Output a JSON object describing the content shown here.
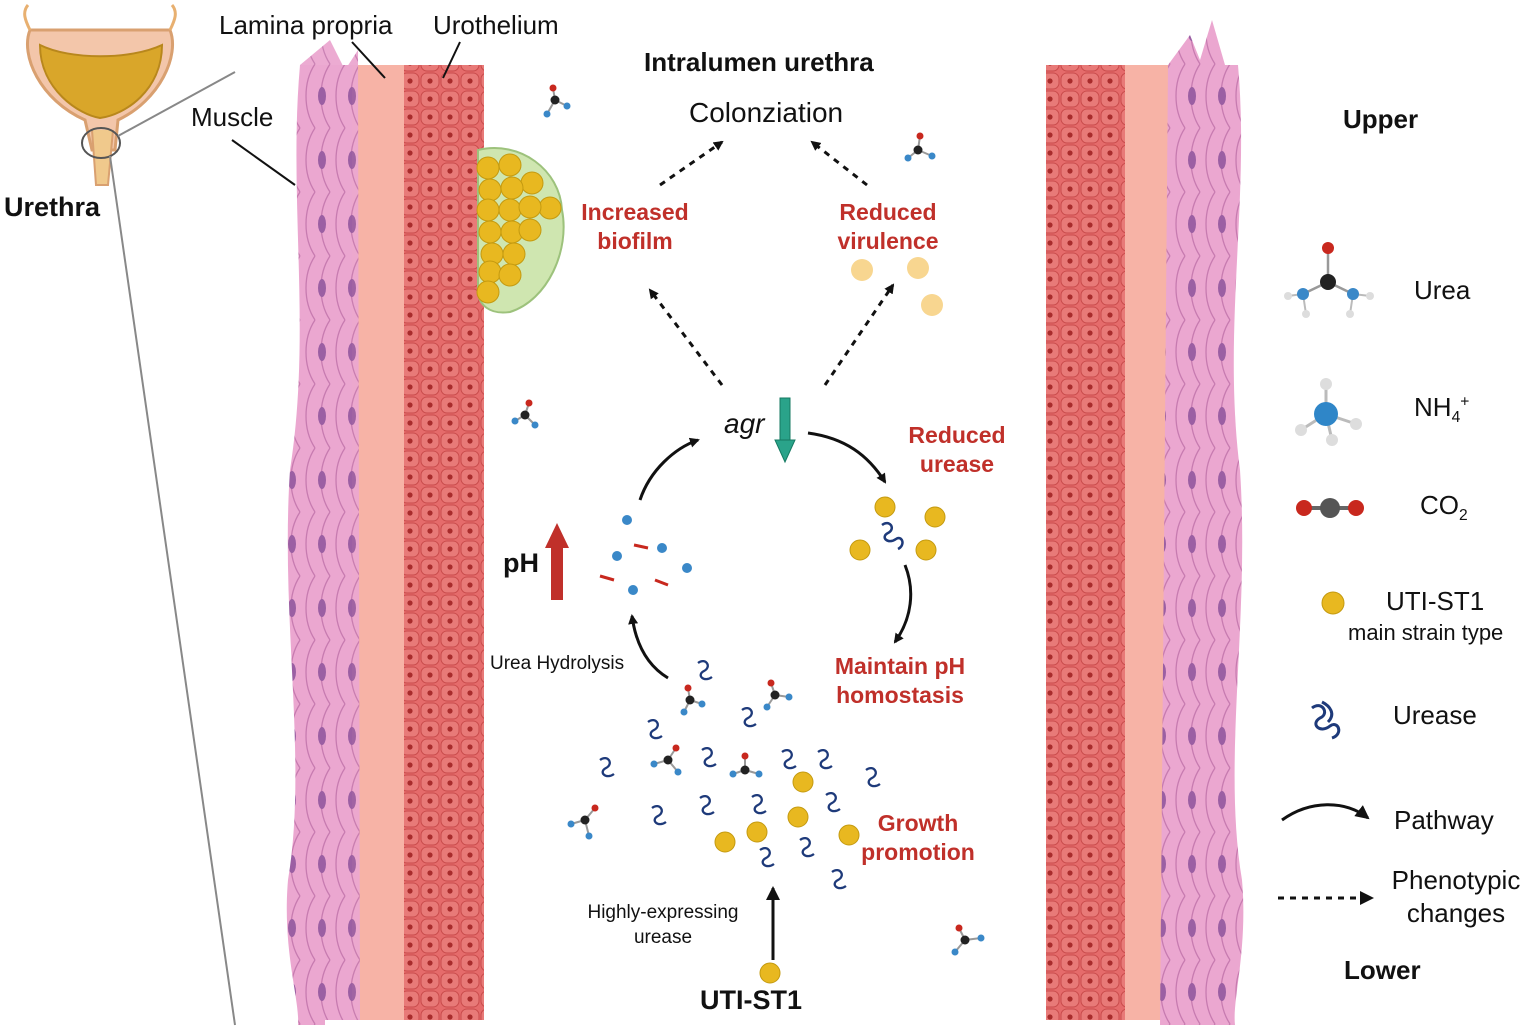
{
  "anatomy": {
    "urethra": "Urethra",
    "muscle": "Muscle",
    "lamina_propria": "Lamina propria",
    "urothelium": "Urothelium"
  },
  "center": {
    "title": "Intralumen urethra",
    "colonization": "Colonziation",
    "increased_biofilm": [
      "Increased",
      "biofilm"
    ],
    "reduced_virulence": [
      "Reduced",
      "virulence"
    ],
    "agr": "agr",
    "reduced_urease": [
      "Reduced",
      "urease"
    ],
    "maintain_ph": [
      "Maintain pH",
      "homostasis"
    ],
    "growth_promotion": [
      "Growth",
      "promotion"
    ],
    "ph": "pH",
    "urea_hydrolysis": "Urea Hydrolysis",
    "highly_expressing": [
      "Highly-expressing",
      "urease"
    ],
    "uti_st1": "UTI-ST1"
  },
  "legend": {
    "upper": "Upper",
    "lower": "Lower",
    "urea": "Urea",
    "nh4_base": "NH",
    "nh4_sub": "4",
    "nh4_sup": "+",
    "co2_base": "CO",
    "co2_sub": "2",
    "uti_st1": "UTI-ST1",
    "main_strain": "main strain type",
    "urease": "Urease",
    "pathway": "Pathway",
    "phenotypic": [
      "Phenotypic",
      "changes"
    ]
  },
  "colors": {
    "text_red": "#c0302a",
    "bacteria": "#e8b820",
    "urease": "#1e3a7a",
    "muscle": "#e8a0cc",
    "urothelium": "#e06a6a",
    "lamina": "#f7b3a6",
    "ph_arrow": "#c0302a",
    "agr_arrow": "#2aa38a"
  }
}
